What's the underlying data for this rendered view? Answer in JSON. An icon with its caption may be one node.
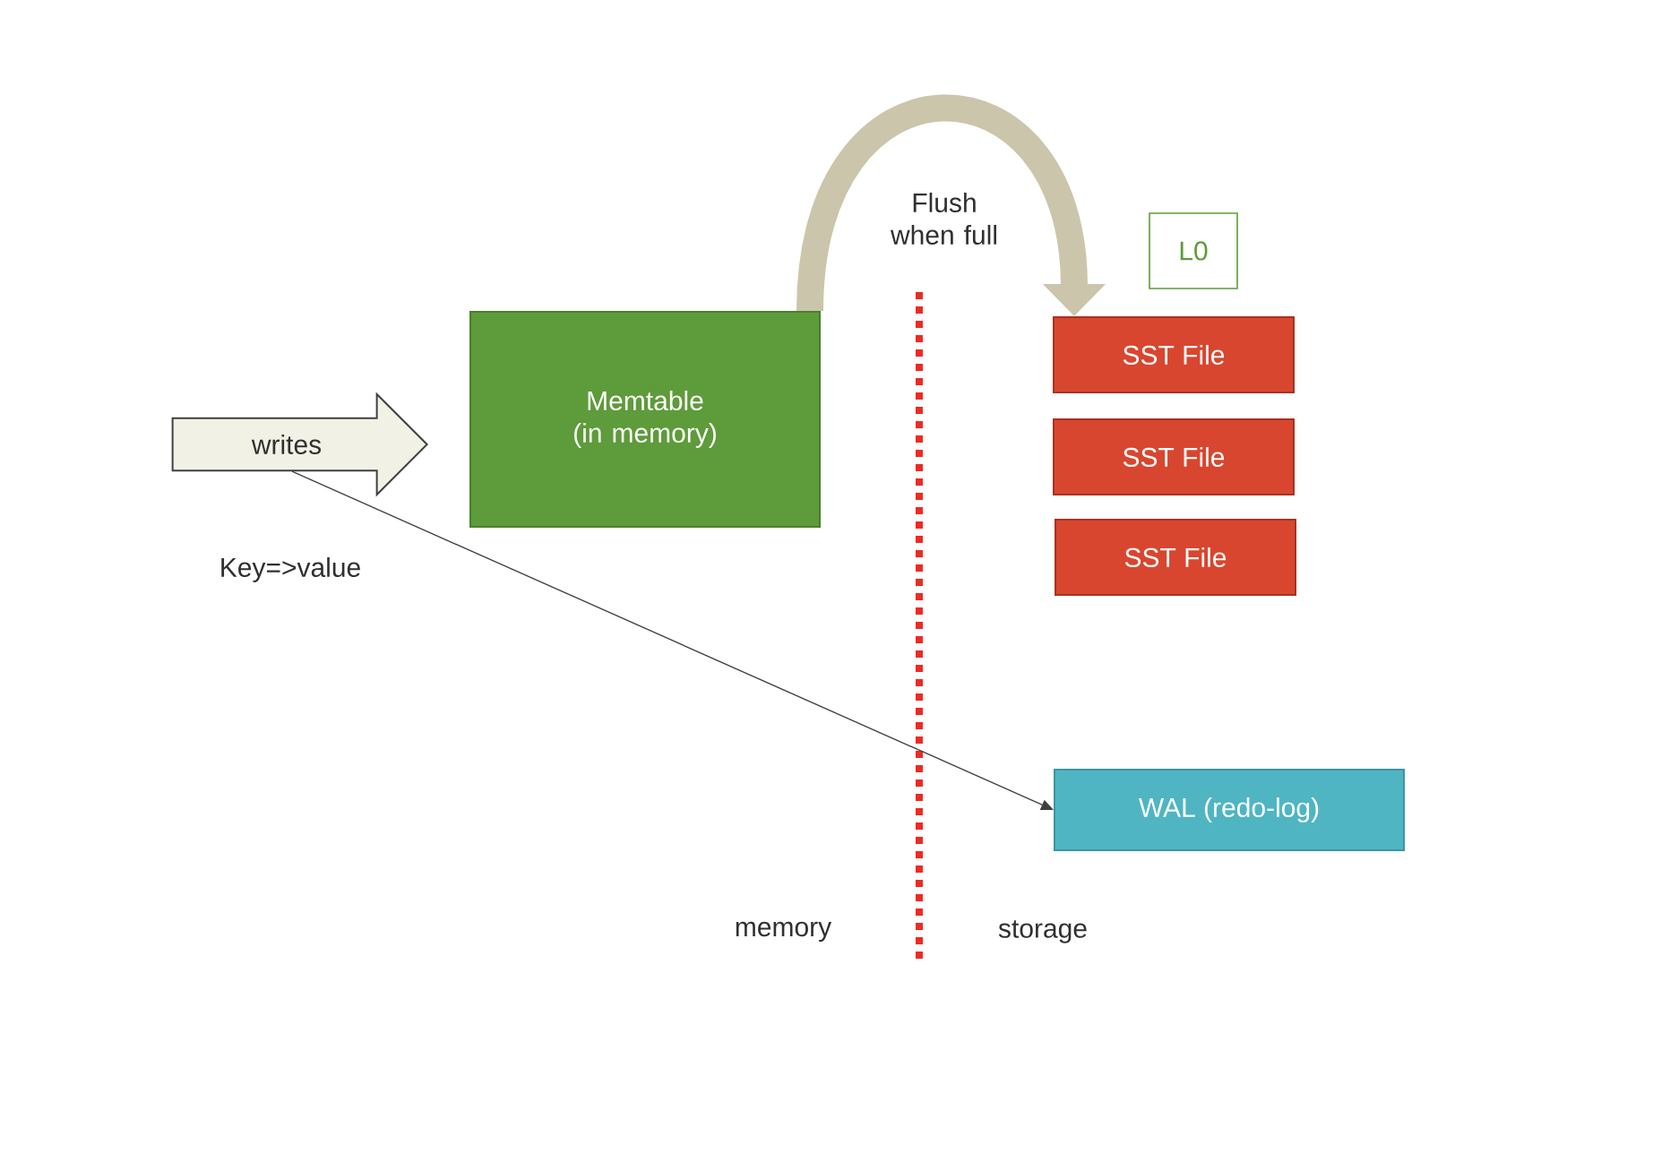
{
  "diagram": {
    "nodes": [
      {
        "text": [
          "writes"
        ]
      },
      {
        "text": [
          "Memtable (in memory)"
        ]
      },
      {
        "text": [
          "L0"
        ]
      },
      {
        "text": [
          "SST File"
        ]
      },
      {
        "text": [
          "SST File"
        ]
      },
      {
        "text": [
          "SST File"
        ]
      },
      {
        "text": [
          "WAL (redo-log)"
        ]
      }
    ],
    "edges": [
      {
        "from": 0,
        "to": 6,
        "arrow": "to"
      },
      {
        "from": 1,
        "to": 3,
        "arrow": "to",
        "label": "Flush when full",
        "style": "thick",
        "color": "#cbc5ac"
      }
    ],
    "labels": [
      "Key=>value",
      "memory",
      "storage"
    ]
  }
}
